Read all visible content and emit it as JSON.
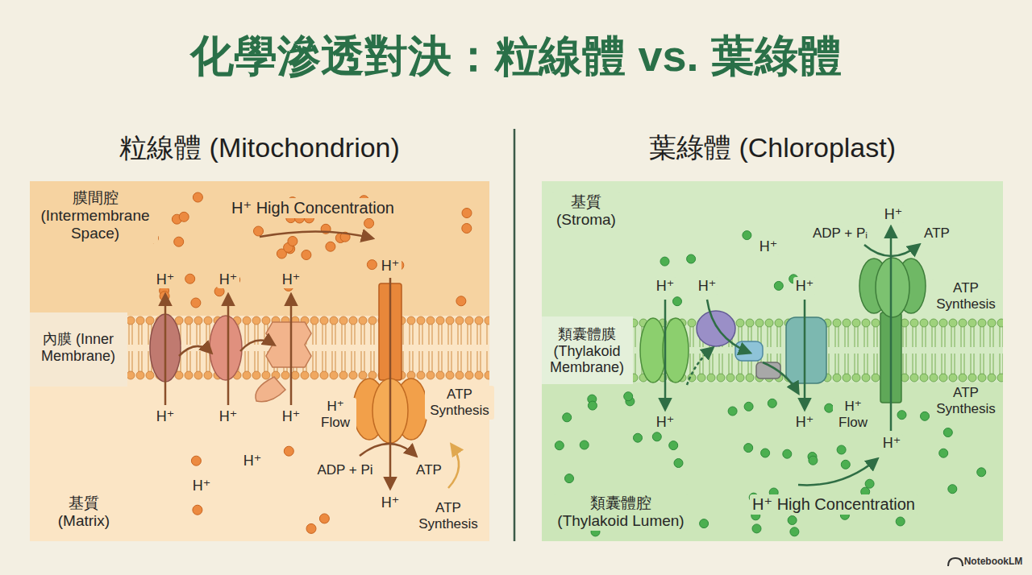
{
  "diagram": {
    "title": "化學滲透對決：粒線體 vs. 葉綠體",
    "nodes": [
      {
        "text": [
          "粒線體 (Mitochondrion)"
        ]
      },
      {
        "text": [
          "葉綠體 (Chloroplast)"
        ]
      }
    ],
    "labels": [
      "膜間腔 (Intermembrane Space)",
      "H⁺ High Concentration",
      "H⁺",
      "H⁺",
      "H⁺",
      "H⁺",
      "內膜 (Inner Membrane)",
      "H⁺",
      "H⁺",
      "H⁺",
      "H⁺ Flow",
      "ATP Synthesis",
      "H⁺",
      "H⁺",
      "ADP + Pi",
      "ATP",
      "H⁺",
      "ATP Synthesis",
      "基質 (Matrix)",
      "基質 (Stroma)",
      "H⁺",
      "ADP + Pᵢ",
      "ATP",
      "H⁺",
      "H⁺",
      "H⁺",
      "H⁺",
      "ATP Synthesis",
      "類囊體膜 (Thylakoid Membrane)",
      "ATP Synthesis",
      "H⁺ Flow",
      "H⁺",
      "H⁺",
      "H⁺",
      "類囊體腔 (Thylakoid Lumen)",
      "H⁺ High Concentration",
      "NotebookLM"
    ]
  }
}
